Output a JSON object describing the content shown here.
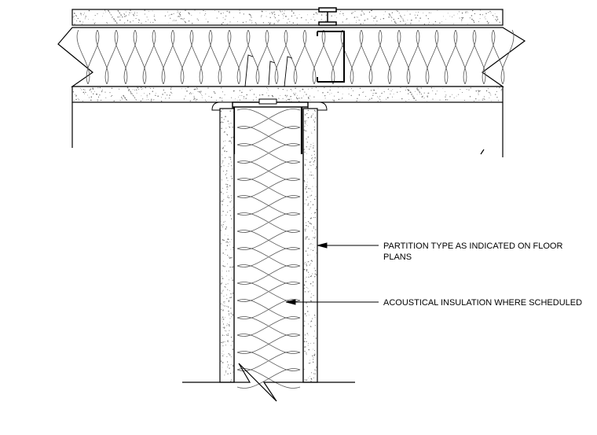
{
  "annotations": {
    "partition_line1": "PARTITION TYPE AS INDICATED ON FLOOR",
    "partition_line2": "PLANS",
    "insulation": "ACOUSTICAL INSULATION WHERE SCHEDULED"
  },
  "colors": {
    "line": "#000000",
    "fill": "#ffffff",
    "stipple": "#6b6b6b",
    "insulation": "#555555"
  }
}
